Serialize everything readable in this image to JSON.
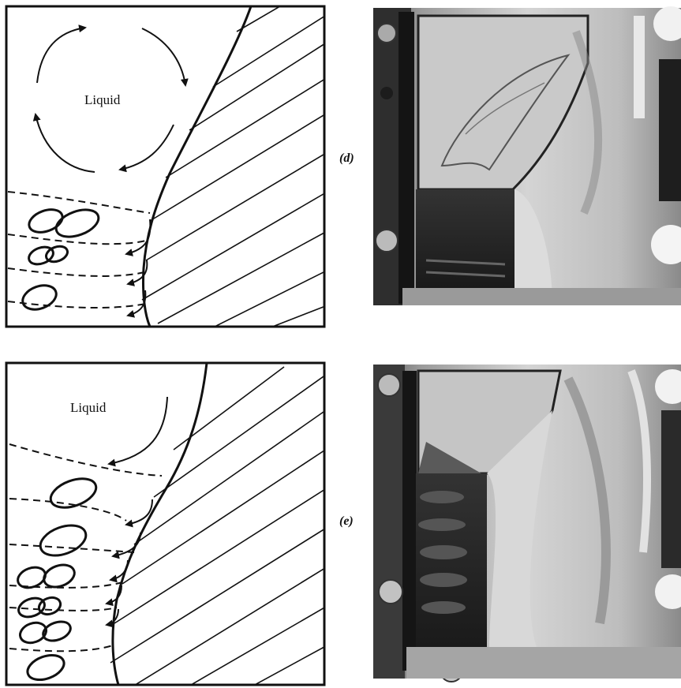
{
  "panels": [
    {
      "tag": "(d)",
      "sketch_label": "Liquid"
    },
    {
      "tag": "(e)",
      "sketch_label": "Liquid"
    }
  ]
}
